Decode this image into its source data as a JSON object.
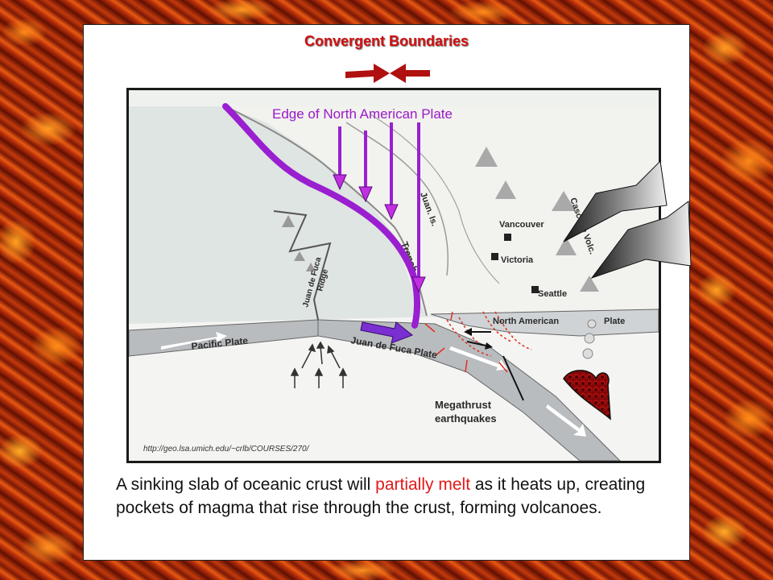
{
  "slide": {
    "title": "Convergent Boundaries",
    "diagram": {
      "callout": "Edge of North American Plate",
      "source_url": "http://geo.lsa.umich.edu/~crlb/COURSES/270/",
      "labels": {
        "juan_is": "Juan. Is.",
        "vancouver": "Vancouver",
        "victoria": "Victoria",
        "seattle": "Seattle",
        "cascade_volc": "Cascade Volc.",
        "trench": "Trench",
        "juan_de_fuca_ridge": "Juan de Fuca",
        "ridge": "Ridge",
        "pacific_plate": "Pacific Plate",
        "juan_de_fuca_plate": "Juan de Fuca Plate",
        "north_american": "North American",
        "plate": "Plate",
        "megathrust_1": "Megathrust",
        "megathrust_2": "earthquakes"
      }
    },
    "caption": {
      "part1": "A sinking slab of oceanic crust will ",
      "highlight": "partially melt",
      "part2": " as it heats up, creating pockets of magma that rise through the crust, forming volcanoes."
    }
  },
  "colors": {
    "title_red": "#d01010",
    "callout_purple": "#9b19c9",
    "highlight_red": "#e41818",
    "arrow_dark_red": "#b01010"
  }
}
